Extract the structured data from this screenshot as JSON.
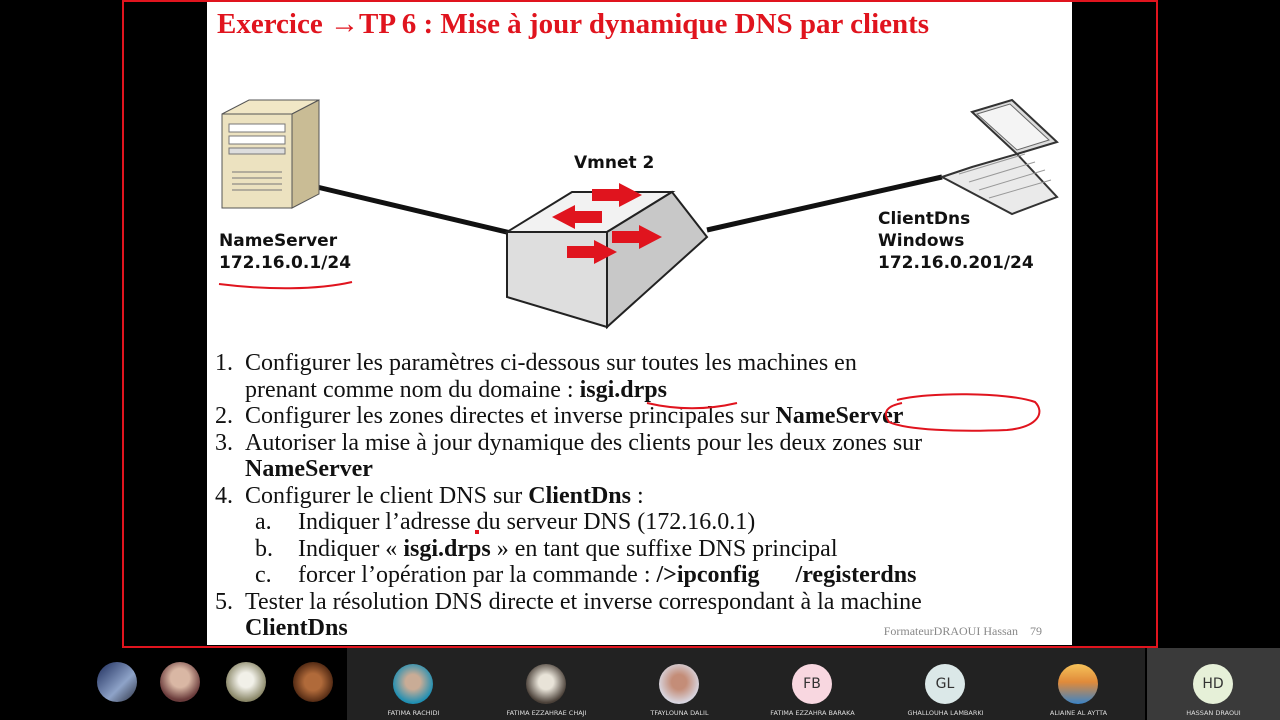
{
  "slide": {
    "title": "Exercice →TP 6 : Mise à jour dynamique DNS par clients",
    "diagram": {
      "switch_label": "Vmnet 2",
      "server": {
        "name": "NameServer",
        "ip": "172.16.0.1/24"
      },
      "client": {
        "name": "ClientDns",
        "os": "Windows",
        "ip": "172.16.0.201/24"
      }
    },
    "steps": [
      {
        "num": "1.",
        "line1": "Configurer les paramètres ci-dessous sur  toutes les machines en",
        "line2_pre": "prenant comme nom du domaine : ",
        "line2_bold": "isgi.drps"
      },
      {
        "num": "2.",
        "text": "Configurer les zones directes et inverse principales sur ",
        "bold": "NameServer"
      },
      {
        "num": "3.",
        "line1": "Autoriser la mise à jour dynamique des clients pour les deux zones sur",
        "line2_bold": "NameServer"
      },
      {
        "num": "4.",
        "text": "Configurer le client DNS sur ",
        "bold": "ClientDns",
        "suffix": " :",
        "subs": [
          {
            "letter": "a.",
            "text": "Indiquer l’adresse du serveur DNS (172.16.0.1)"
          },
          {
            "letter": "b.",
            "pre": "Indiquer  « ",
            "bold": "isgi.drps",
            "post": " » en tant que suffixe DNS principal"
          },
          {
            "letter": "c.",
            "pre": "forcer l’opération par la commande :  ",
            "bold1": "/>ipconfig",
            "gap": "      ",
            "bold2": "/registerdns"
          }
        ]
      },
      {
        "num": "5.",
        "line1": "Tester la résolution DNS directe et inverse correspondant à la machine",
        "line2_bold": "ClientDns"
      }
    ],
    "footer": {
      "author": "FormateurDRAOUI Hassan",
      "page": "79"
    }
  },
  "participants": {
    "named": [
      {
        "name": "FATIMA RACHIDI"
      },
      {
        "name": "FATIMA EZZAHRAE CHAJI"
      },
      {
        "name": "TFAYLOUNA DALIL"
      },
      {
        "name": "FATIMA EZZAHRA BARAKA",
        "initials": "FB"
      },
      {
        "name": "GHALLOUHA LAMBARKI",
        "initials": "GL"
      },
      {
        "name": "ALIAINE AL AYTTA"
      },
      {
        "name": "HASSAN DRAOUI",
        "initials": "HD"
      }
    ]
  },
  "colors": {
    "title_red": "#e0141e",
    "frame_red": "#e0141e"
  }
}
